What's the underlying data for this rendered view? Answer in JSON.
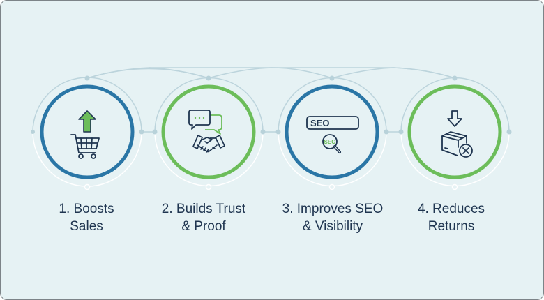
{
  "colors": {
    "background": "#e6f2f4",
    "blue_ring": "#2a76a6",
    "green_ring": "#6cbd5a",
    "connector": "#b8d2da",
    "icon_stroke": "#1f3550",
    "text": "#1f3550"
  },
  "steps": [
    {
      "number": "1.",
      "line1": "1. Boosts",
      "line2": "Sales",
      "ring": "blue",
      "icon": "shopping-cart-up-arrow-icon"
    },
    {
      "number": "2.",
      "line1": "2. Builds Trust",
      "line2": "& Proof",
      "ring": "green",
      "icon": "chat-handshake-icon"
    },
    {
      "number": "3.",
      "line1": "3. Improves SEO",
      "line2": "& Visibility",
      "ring": "blue",
      "icon": "seo-search-icon"
    },
    {
      "number": "4.",
      "line1": "4. Reduces",
      "line2": "Returns",
      "ring": "green",
      "icon": "box-return-cancel-icon"
    }
  ],
  "seo_icon": {
    "search_text": "SEO",
    "lens_text": "SEO"
  }
}
